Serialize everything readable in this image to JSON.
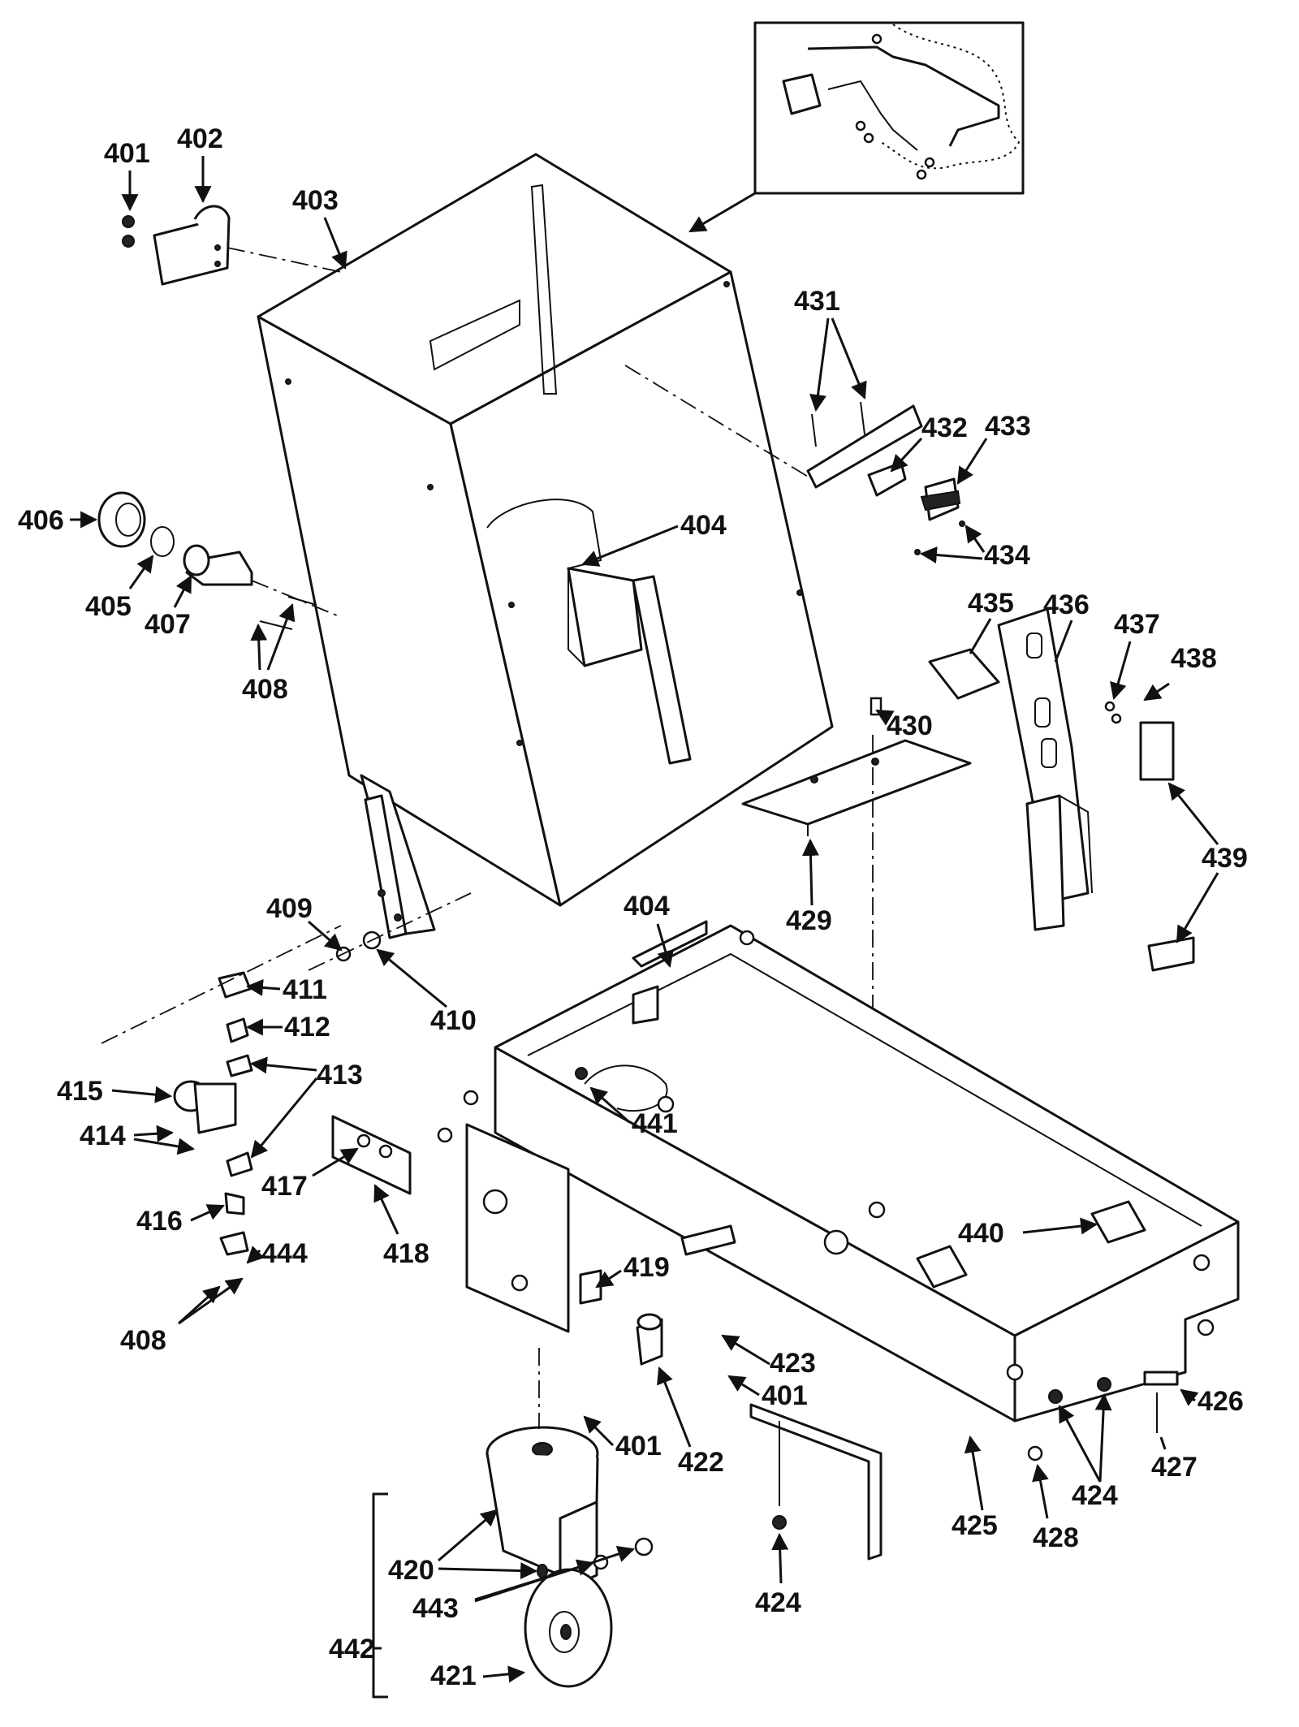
{
  "diagram": {
    "labels": {
      "p401a": "401",
      "p402": "402",
      "p403": "403",
      "p404a": "404",
      "p404b": "404",
      "p405": "405",
      "p406": "406",
      "p407": "407",
      "p408a": "408",
      "p408b": "408",
      "p409": "409",
      "p410": "410",
      "p411": "411",
      "p412": "412",
      "p413": "413",
      "p414": "414",
      "p415": "415",
      "p416": "416",
      "p417": "417",
      "p418": "418",
      "p419": "419",
      "p420": "420",
      "p421": "421",
      "p422": "422",
      "p423": "423",
      "p401b": "401",
      "p401c": "401",
      "p424a": "424",
      "p424b": "424",
      "p425": "425",
      "p426": "426",
      "p427": "427",
      "p428": "428",
      "p429": "429",
      "p430": "430",
      "p431": "431",
      "p432": "432",
      "p433": "433",
      "p434": "434",
      "p435": "435",
      "p436": "436",
      "p437": "437",
      "p438": "438",
      "p439": "439",
      "p440": "440",
      "p441": "441",
      "p442": "442",
      "p443": "443",
      "p444": "444"
    }
  }
}
